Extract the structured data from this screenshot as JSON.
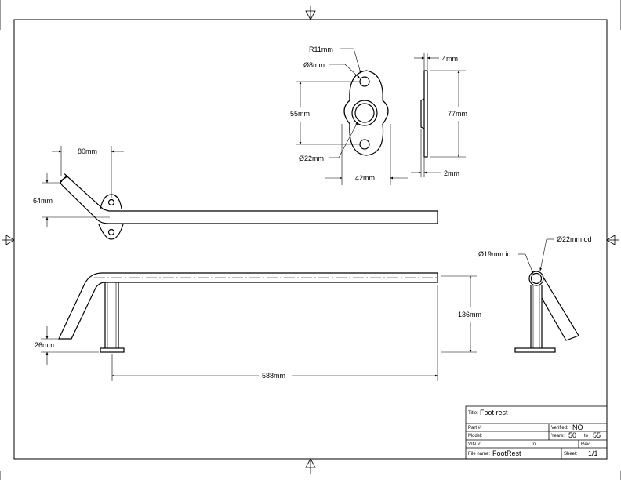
{
  "drawing": {
    "title_block": {
      "title_label": "Title:",
      "title_value": "Foot rest",
      "part_label": "Part #:",
      "part_value": "",
      "verified_label": "Verified:",
      "verified_value": "NO",
      "model_label": "Model:",
      "model_value": "",
      "years_label": "Years:",
      "years_from": "50",
      "years_to_label": "to",
      "years_to": "55",
      "vin_label": "VIN #:",
      "vin_to_label": "to",
      "rev_label": "Rev:",
      "rev_value": "",
      "filename_label": "File name:",
      "filename_value": "FootRest",
      "sheet_label": "Sheet:",
      "sheet_value": "1/1"
    },
    "dimensions": {
      "bracket_radius": "R11mm",
      "bracket_hole": "Ø8mm",
      "bracket_hole_spacing": "55mm",
      "bracket_center_hole": "Ø22mm",
      "bracket_width": "42mm",
      "plate_thickness": "4mm",
      "plate_height": "77mm",
      "plate_step": "2mm",
      "top_view_offset": "80mm",
      "top_view_depth": "64mm",
      "side_height": "136mm",
      "side_foot": "26mm",
      "side_length": "588mm",
      "tube_inner": "Ø19mm id",
      "tube_outer": "Ø22mm od"
    }
  }
}
